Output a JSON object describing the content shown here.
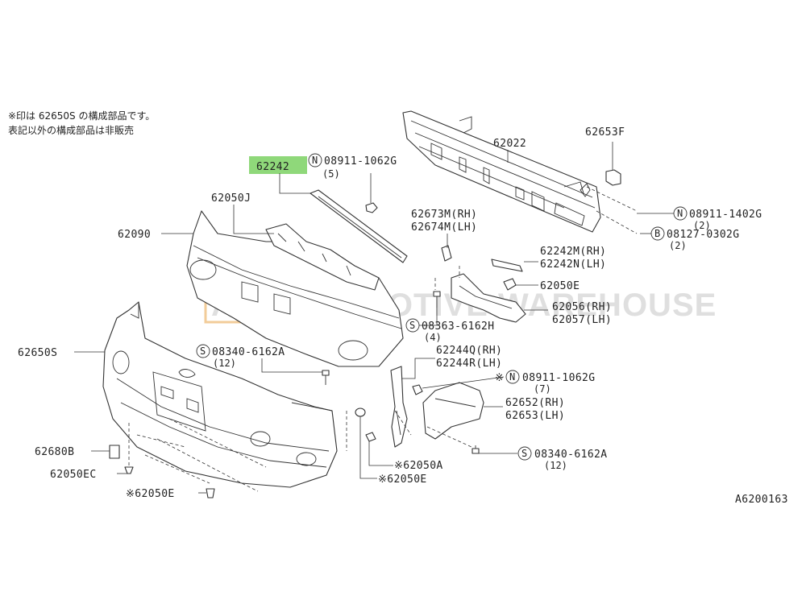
{
  "note": {
    "line1": "※印は 62650S の構成部品です。",
    "line2": "表記以外の構成部品は非販売"
  },
  "watermark": "AUTOMOTIVE WAREHOUSE",
  "watermark_logo": "AW",
  "highlight_color": "#8fd87a",
  "diagram_id": "A6200163",
  "labels": {
    "p62242": "62242",
    "p62242_qty_text": "08911-1062G",
    "p62242_qty": "(5)",
    "p62022": "62022",
    "p62653F": "62653F",
    "p62050J": "62050J",
    "p62090": "62090",
    "p62673M": "62673M(RH)",
    "p62674M": "62674M(LH)",
    "n08911_1402G": "08911-1402G",
    "n08911_1402G_qty": "(2)",
    "b08127": "08127-0302G",
    "b08127_qty": "(2)",
    "p62242M": "62242M(RH)",
    "p62242N": "62242N(LH)",
    "p62050E_top": "62050E",
    "p62056": "62056(RH)",
    "p62057": "62057(LH)",
    "s08363": "08363-6162H",
    "s08363_qty": "(4)",
    "p62650S": "62650S",
    "s08340_a": "08340-6162A",
    "s08340_a_qty": "(12)",
    "p62244Q": "62244Q(RH)",
    "p62244R": "62244R(LH)",
    "n08911_1062G_b": "08911-1062G",
    "n08911_1062G_b_qty": "(7)",
    "p62652": "62652(RH)",
    "p62653": "62653(LH)",
    "s08340_b": "08340-6162A",
    "s08340_b_qty": "(12)",
    "p62680B": "62680B",
    "p62050EC": "62050EC",
    "p62050A": "※62050A",
    "p62050E_low": "※62050E",
    "p62050E_bottom": "※62050E"
  },
  "symbols": {
    "nut": "N",
    "screw": "S",
    "bolt": "B",
    "star": "※"
  }
}
